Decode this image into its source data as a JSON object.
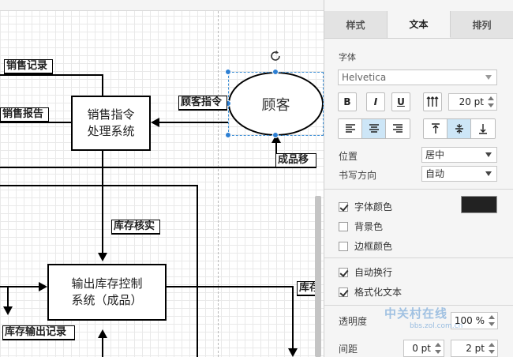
{
  "diagram": {
    "nodes": {
      "sales_order_system": "销售指令\n处理系统",
      "inventory_system": "输出库存控制\n系统（成品）",
      "customer": "顾客"
    },
    "labels": {
      "sales_record": "销售记录",
      "sales_report": "销售报告",
      "customer_order": "顾客指令",
      "finished_goods": "成品移",
      "inventory_check": "库存核实",
      "inventory_out_record": "库存输出记录",
      "inventory_right": "库存"
    }
  },
  "panel": {
    "tabs": [
      {
        "label": "样式",
        "active": false
      },
      {
        "label": "文本",
        "active": true
      },
      {
        "label": "排列",
        "active": false
      }
    ],
    "font_section_title": "字体",
    "font_family": "Helvetica",
    "bold_label": "B",
    "italic_label": "I",
    "underline_label": "U",
    "font_size": "20 pt",
    "position_label": "位置",
    "position_value": "居中",
    "writing_dir_label": "书写方向",
    "writing_dir_value": "自动",
    "font_color_label": "字体颜色",
    "font_color_value": "#222222",
    "background_color_label": "背景色",
    "border_color_label": "边框颜色",
    "word_wrap_label": "自动换行",
    "formatted_text_label": "格式化文本",
    "opacity_label": "透明度",
    "opacity_value": "100 %",
    "spacing_label": "间距",
    "spacing_value_1": "0 pt",
    "spacing_value_2": "2 pt",
    "accent_color": "#2d7fd3"
  },
  "watermark": {
    "text": "中关村在线",
    "url": "bbs.zol.com.cn"
  }
}
